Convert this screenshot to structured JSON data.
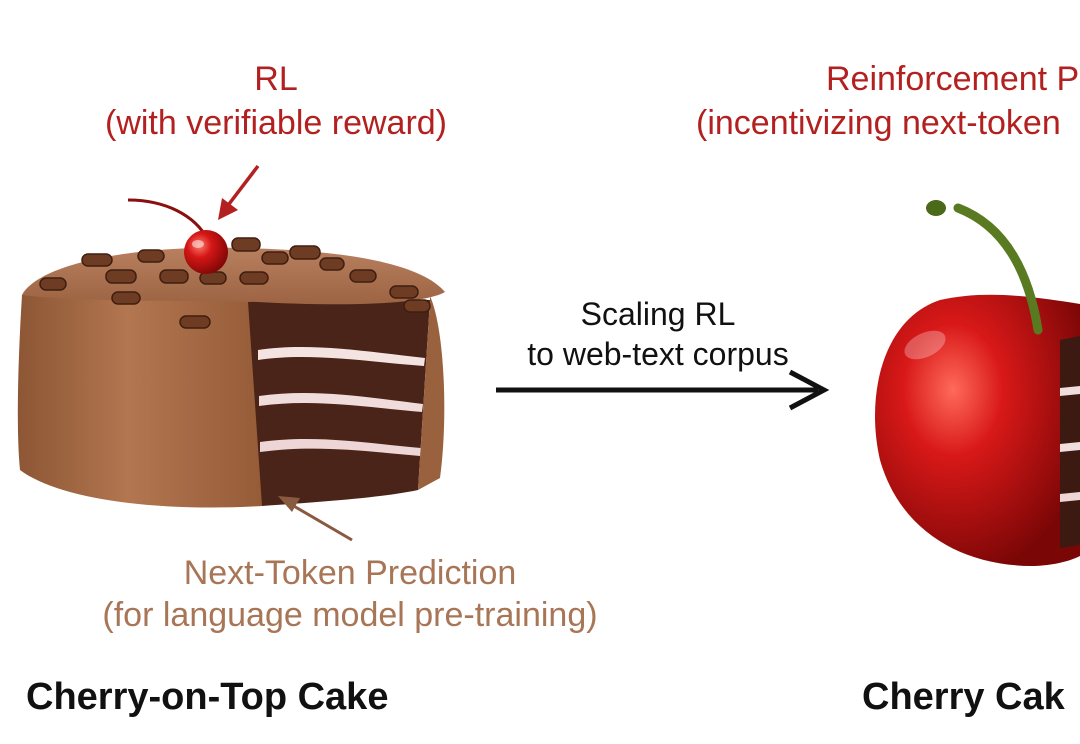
{
  "left": {
    "rl_title": "RL",
    "rl_subtitle": "(with verifiable reward)",
    "ntp_title": "Next-Token Prediction",
    "ntp_subtitle": "(for language model pre-training)",
    "caption": "Cherry-on-Top Cake"
  },
  "middle": {
    "line1": "Scaling RL",
    "line2": "to web-text corpus"
  },
  "right": {
    "title": "Reinforcement P",
    "subtitle": "(incentivizing next-token",
    "caption": "Cherry Cak"
  },
  "colors": {
    "red_label": "#b32020",
    "brown_label": "#a87656",
    "frosting": "#a66a43",
    "sponge": "#4a2418",
    "cherry": "#c81414"
  }
}
